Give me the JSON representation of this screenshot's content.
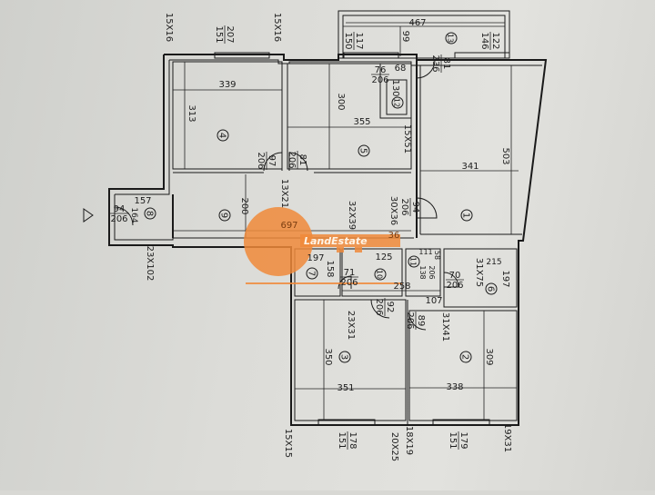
{
  "watermark": {
    "logo_text": "LandEstate",
    "accent_color": "#f08a3a"
  },
  "rooms": {
    "r1": "1",
    "r2": "2",
    "r3": "3",
    "r4": "4",
    "r5": "5",
    "r6": "6",
    "r7": "7",
    "r8": "8",
    "r9": "9",
    "r10": "10",
    "r11": "11",
    "r12": "12",
    "r13": "13"
  },
  "dims": {
    "top_wall1": "15X16",
    "win4_a": "207",
    "win4_b": "151",
    "top_wall2": "15X16",
    "balcony_len": "467",
    "win5_a": "117",
    "win5_b": "150",
    "balcony_depth": "99",
    "win1_a": "122",
    "win1_b": "146",
    "door13_a": "81",
    "door13_b": "236",
    "r4_w": "339",
    "r4_h": "313",
    "r5_h": "300",
    "r5_w": "355",
    "door12_a": "76",
    "door12_b": "206",
    "r12_w": "68",
    "r12_h": "130",
    "col12": "15X51",
    "door4_a": "97",
    "door4_b": "206",
    "door5_a": "81",
    "door5_b": "206",
    "col_13x21": "13X21",
    "r1_w": "341",
    "r1_h": "503",
    "door1_a": "94",
    "door1_b": "206",
    "col_30x36": "30X36",
    "r9_h": "200",
    "hall_len": "697",
    "col_32x39": "32X39",
    "hall_36": "36",
    "r8_w": "157",
    "r8_h": "164",
    "door8_a": "94",
    "door8_b": "206",
    "col_23x102": "23X102",
    "r7_w": "197",
    "r7_h": "158",
    "r10_w": "125",
    "door7_a": "71",
    "door7_b": "206",
    "corr_258": "258",
    "r11_w": "111",
    "r11_58": "58",
    "door11_a": "206",
    "door11_b": "138",
    "door6_a": "70",
    "door6_b": "206",
    "r6_w": "215",
    "r6_h": "197",
    "col_31x75": "31X75",
    "door3_a": "92",
    "door3_b": "206",
    "r_107": "107",
    "door2_a": "89",
    "door2_b": "206",
    "col_31x41": "31X41",
    "col_23x31": "23X31",
    "r3_h": "350",
    "r3_w": "351",
    "r2_h": "309",
    "r2_w": "338",
    "col_15x15": "15X15",
    "win3_a": "178",
    "win3_b": "151",
    "col_20x25": "20X25",
    "col_18x19": "18X19",
    "win2_a": "179",
    "win2_b": "151",
    "col_19x31": "19X31"
  }
}
